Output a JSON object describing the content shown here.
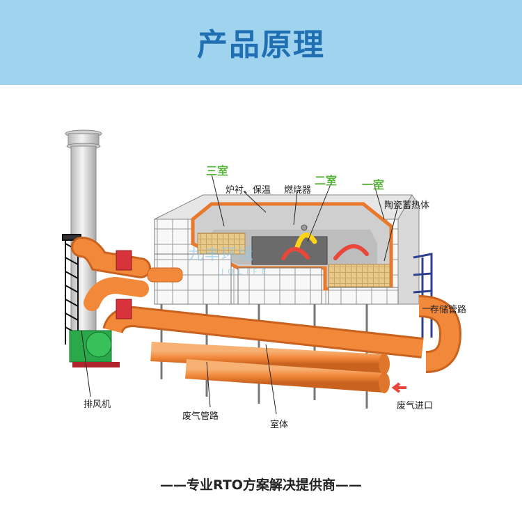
{
  "header": {
    "title": "产品原理"
  },
  "diagram": {
    "labels": {
      "chamber3": "三室",
      "chamber2": "二室",
      "chamber1": "一室",
      "lining": "炉衬、保温",
      "burner": "燃烧器",
      "ceramic": "陶瓷蓄热体",
      "storage_pipe": "存储管路",
      "fan": "排风机",
      "exhaust_pipe": "废气管路",
      "chamber_body": "室体",
      "inlet": "废气进口"
    },
    "watermark": "九丰环境",
    "watermark_sub": "JOLIFE",
    "colors": {
      "pipe": "#f2883a",
      "chamber_outline": "#e8782c",
      "ceramic": "#e8c98a",
      "fan": "#2aa84a",
      "valve": "#d8323a",
      "accent_green": "#57b43a"
    }
  },
  "footer": {
    "tagline": "——专业RTO方案解决提供商——"
  }
}
